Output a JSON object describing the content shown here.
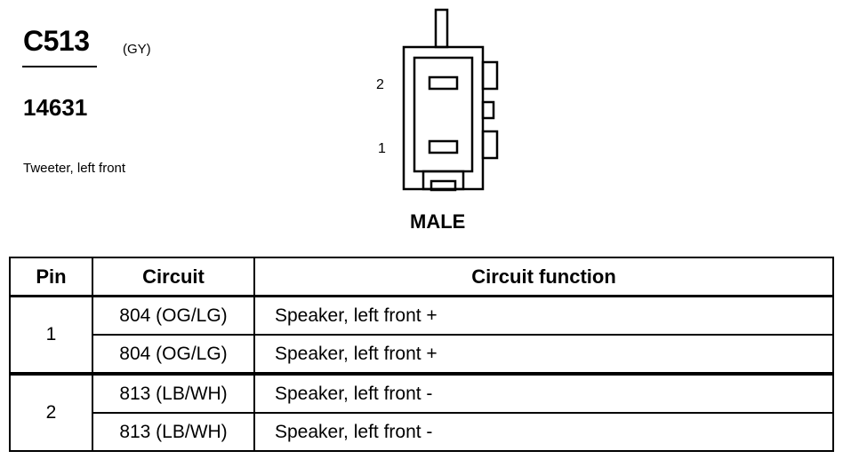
{
  "connector": {
    "id": "C513",
    "color_code": "(GY)",
    "part_number": "14631",
    "description": "Tweeter, left front"
  },
  "diagram": {
    "pin_labels": [
      "2",
      "1"
    ],
    "gender": "MALE"
  },
  "table": {
    "headers": [
      "Pin",
      "Circuit",
      "Circuit function"
    ],
    "groups": [
      {
        "pin": "1",
        "rows": [
          {
            "circuit": "804 (OG/LG)",
            "function": "Speaker, left front +"
          },
          {
            "circuit": "804 (OG/LG)",
            "function": "Speaker, left front +"
          }
        ]
      },
      {
        "pin": "2",
        "rows": [
          {
            "circuit": "813 (LB/WH)",
            "function": "Speaker, left front -"
          },
          {
            "circuit": "813 (LB/WH)",
            "function": "Speaker, left front -"
          }
        ]
      }
    ]
  }
}
